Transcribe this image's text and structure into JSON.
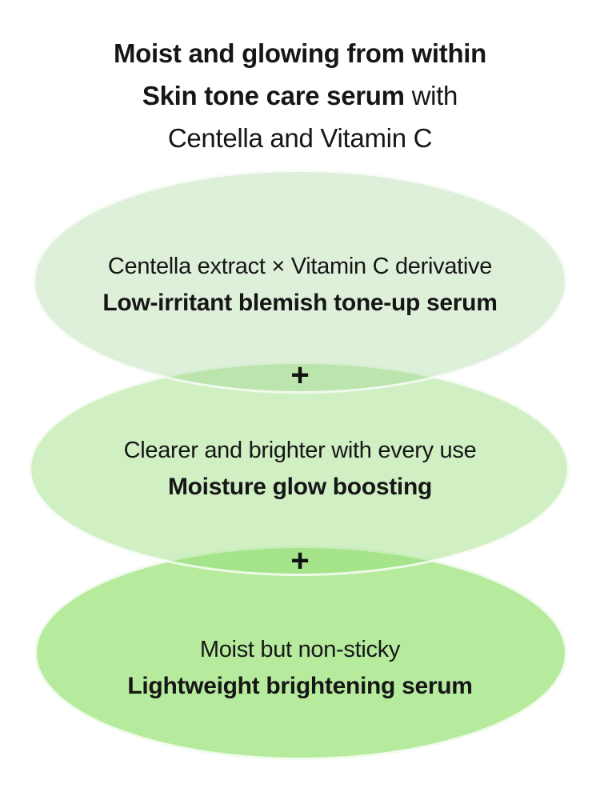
{
  "title": {
    "line1": "Moist and glowing from within",
    "line2_bold": "Skin tone care serum",
    "line2_regular": " with",
    "line3": "Centella and Vitamin C"
  },
  "plus_sign": "+",
  "ellipses": [
    {
      "subtitle": "Centella extract × Vitamin C derivative",
      "title": "Low-irritant blemish tone-up serum",
      "fill": "rgba(125,195,105,0.25)",
      "solid_color_on_white": "#dff0d9"
    },
    {
      "subtitle": "Clearer and brighter with every use",
      "title": "Moisture glow boosting",
      "fill": "rgba(143,219,115,0.42)",
      "solid_color_on_white": "#d0f0c4"
    },
    {
      "subtitle": "Moist but non-sticky",
      "title": "Lightweight brightening serum",
      "fill": "rgba(133,222,93,0.6)",
      "solid_color_on_white": "#b6eb9e"
    }
  ],
  "colors": {
    "background": "#ffffff",
    "text": "#161616",
    "ellipse_edge": "rgba(255,255,255,0.8)"
  }
}
